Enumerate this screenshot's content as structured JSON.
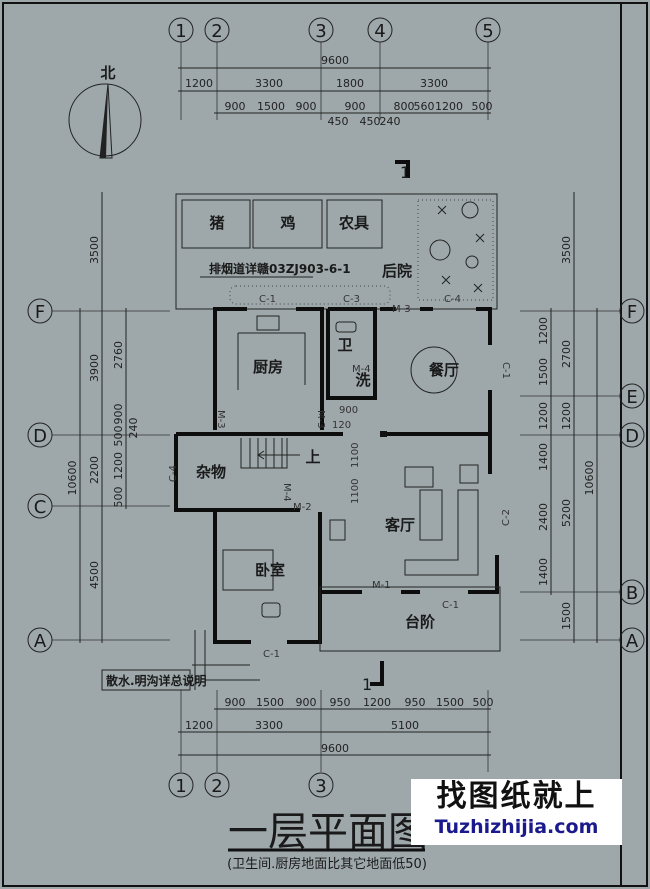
{
  "title": "一层平面图",
  "subtitle": "(卫生间.厨房地面比其它地面低50)",
  "north_label": "北",
  "watermark": {
    "line1": "找图纸就上",
    "line2": "Tuzhizhijia.com"
  },
  "axes": {
    "vertical": [
      "1",
      "2",
      "3",
      "4",
      "5"
    ],
    "left": [
      "F",
      "D",
      "C",
      "A"
    ],
    "right": [
      "F",
      "E",
      "D",
      "B",
      "A"
    ]
  },
  "section_mark": "1",
  "dims_top": {
    "overall": "9600",
    "row2": [
      "1200",
      "3300",
      "1800",
      "3300"
    ],
    "row3": [
      "900",
      "1500",
      "900",
      "900",
      "800",
      "560",
      "1200",
      "500"
    ],
    "row4": [
      "450",
      "450",
      "240"
    ]
  },
  "dims_bottom": {
    "row1": [
      "900",
      "1500",
      "900",
      "950",
      "1200",
      "950",
      "1500",
      "500"
    ],
    "row2": [
      "1200",
      "3300",
      "5100"
    ],
    "overall": "9600"
  },
  "dims_left": {
    "overall": "10600",
    "main": [
      "3500",
      "3900",
      "2200",
      "4500"
    ],
    "inner": [
      "2760",
      "900",
      "500",
      "240",
      "1200",
      "500"
    ]
  },
  "dims_right": {
    "overall": "10600",
    "main": [
      "3500",
      "2700",
      "1200",
      "5200",
      "1500"
    ],
    "inner": [
      "1200",
      "1500",
      "1200",
      "1400",
      "2400",
      "1400"
    ]
  },
  "rooms": {
    "pig": "猪",
    "chicken": "鸡",
    "tools": "农具",
    "backyard": "后院",
    "kitchen": "厨房",
    "toilet": "卫",
    "wash": "洗",
    "dining": "餐厅",
    "storage": "杂物",
    "living": "客厅",
    "bedroom": "卧室",
    "steps": "台阶",
    "stair_up": "上"
  },
  "notes": {
    "flue": "排烟道详赣03ZJ903-6-1",
    "drain": "散水.明沟详总说明"
  },
  "openings": {
    "c1_kitchen": "C-1",
    "c3": "C-3",
    "c4_yard": "C-4",
    "m3": "M-3",
    "m4_bath": "M-4",
    "c1_dining": "C-1",
    "c4_storage": "C-4",
    "m4_storage": "M-4",
    "m2": "M-2",
    "c2": "C-2",
    "m1": "M-1",
    "c1_front": "C-1",
    "c1_bed": "C-1",
    "m3_left": "M-3",
    "m3_kitchen": "M-3"
  },
  "inner_dims": {
    "w900": "900",
    "w120": "120",
    "s1": "1100",
    "s2": "1100"
  }
}
